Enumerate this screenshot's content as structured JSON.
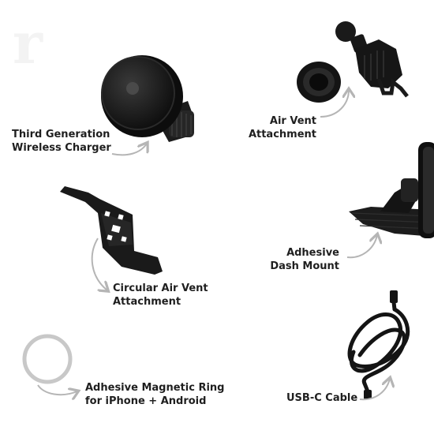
{
  "brand_mark": "r",
  "colors": {
    "background": "#ffffff",
    "label_text": "#1f1f1f",
    "arrow": "#b5b5b5",
    "product_dark": "#141414",
    "product_mid": "#2e2e2e",
    "ring": "#c8c8c8"
  },
  "items": [
    {
      "id": "wireless-charger",
      "lines": [
        "Third Generation",
        "Wireless Charger"
      ]
    },
    {
      "id": "air-vent",
      "lines": [
        "Air Vent",
        "Attachment"
      ]
    },
    {
      "id": "circular-air-vent",
      "lines": [
        "Circular Air Vent",
        "Attachment"
      ]
    },
    {
      "id": "dash-mount",
      "lines": [
        "Adhesive",
        "Dash Mount"
      ]
    },
    {
      "id": "magnetic-ring",
      "lines": [
        "Adhesive Magnetic Ring",
        "for iPhone + Android"
      ]
    },
    {
      "id": "usb-c-cable",
      "lines": [
        "USB-C Cable"
      ]
    }
  ]
}
